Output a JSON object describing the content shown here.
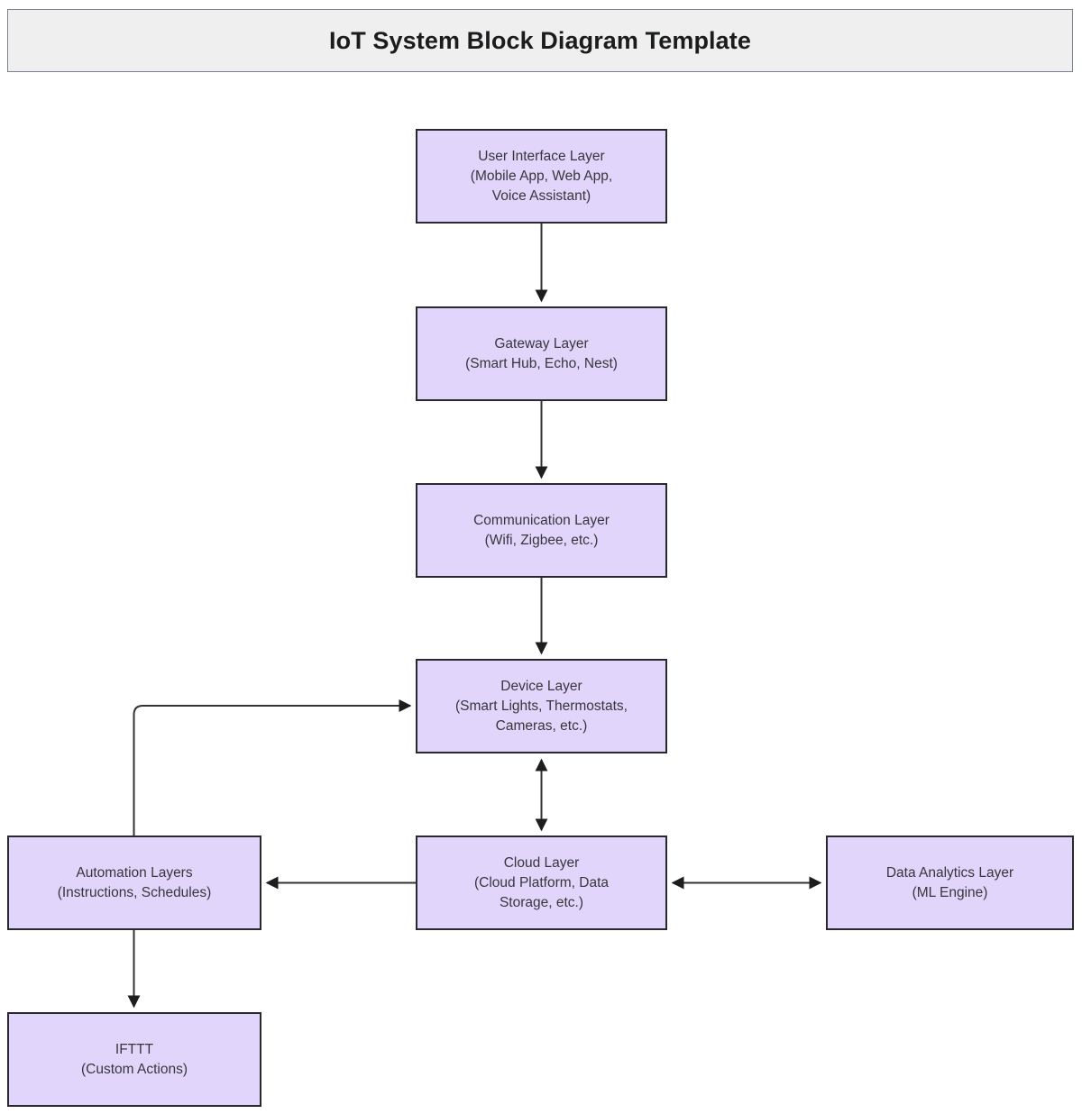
{
  "header": {
    "title": "IoT System Block Diagram Template"
  },
  "theme": {
    "node_fill": "#e2d5fb",
    "node_border": "#28282e",
    "node_text": "#36373b",
    "title_fill": "#efefef",
    "title_border": "#7a8191",
    "edge_color": "#333333",
    "page_background": "#ffffff"
  },
  "diagram": {
    "type": "block-diagram",
    "nodes": [
      {
        "id": "ui",
        "title": "User Interface Layer",
        "subtitle": "(Mobile App, Web App, Voice Assistant)",
        "label": "User Interface Layer\n(Mobile App, Web App,\nVoice Assistant)"
      },
      {
        "id": "gateway",
        "title": "Gateway Layer",
        "subtitle": "(Smart Hub, Echo, Nest)",
        "label": "Gateway Layer\n(Smart Hub, Echo, Nest)"
      },
      {
        "id": "communication",
        "title": "Communication Layer",
        "subtitle": "(Wifi, Zigbee, etc.)",
        "label": "Communication Layer\n(Wifi, Zigbee, etc.)"
      },
      {
        "id": "device",
        "title": "Device Layer",
        "subtitle": "(Smart Lights, Thermostats, Cameras, etc.)",
        "label": "Device Layer\n(Smart Lights, Thermostats,\nCameras, etc.)"
      },
      {
        "id": "cloud",
        "title": "Cloud Layer",
        "subtitle": "(Cloud Platform, Data Storage, etc.)",
        "label": "Cloud Layer\n(Cloud Platform, Data\nStorage, etc.)"
      },
      {
        "id": "automation",
        "title": "Automation Layers",
        "subtitle": "(Instructions, Schedules)",
        "label": "Automation Layers\n(Instructions, Schedules)"
      },
      {
        "id": "analytics",
        "title": "Data Analytics Layer",
        "subtitle": "(ML Engine)",
        "label": "Data Analytics Layer\n(ML Engine)"
      },
      {
        "id": "ifttt",
        "title": "IFTTT",
        "subtitle": "(Custom Actions)",
        "label": "IFTTT\n(Custom Actions)"
      }
    ],
    "edges": [
      {
        "id": "ui-gateway",
        "from": "ui",
        "to": "gateway",
        "direction": "down",
        "arrows": "single"
      },
      {
        "id": "gateway-comm",
        "from": "gateway",
        "to": "communication",
        "direction": "down",
        "arrows": "single"
      },
      {
        "id": "comm-device",
        "from": "communication",
        "to": "device",
        "direction": "down",
        "arrows": "single"
      },
      {
        "id": "device-cloud",
        "from": "device",
        "to": "cloud",
        "direction": "vertical",
        "arrows": "double"
      },
      {
        "id": "cloud-automation",
        "from": "cloud",
        "to": "automation",
        "direction": "left",
        "arrows": "single"
      },
      {
        "id": "cloud-analytics",
        "from": "cloud",
        "to": "analytics",
        "direction": "horizontal",
        "arrows": "double"
      },
      {
        "id": "automation-device",
        "from": "automation",
        "to": "device",
        "direction": "elbow-up-right",
        "arrows": "single"
      },
      {
        "id": "automation-ifttt",
        "from": "automation",
        "to": "ifttt",
        "direction": "down",
        "arrows": "single"
      }
    ]
  }
}
